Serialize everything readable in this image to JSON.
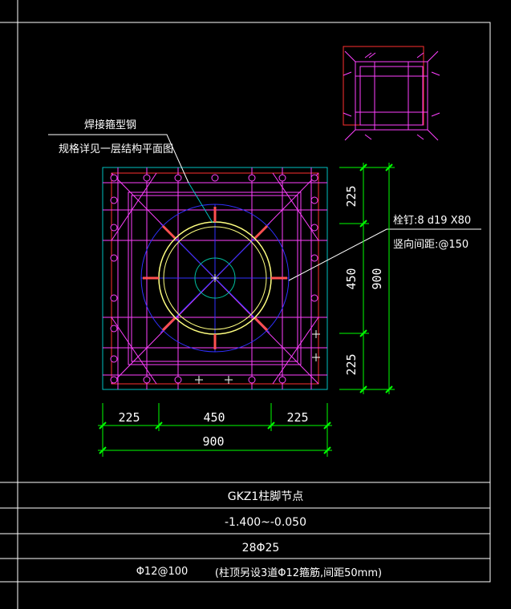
{
  "annotations": {
    "weld_line1": "焊接箍型钢",
    "weld_line2": "规格详见一层结构平面图",
    "stud_line1": "栓钉:8 d19 X80",
    "stud_line2": "竖向间距:@150"
  },
  "dimensions": {
    "bottom": [
      "225",
      "450",
      "225"
    ],
    "bottom_total": "900",
    "right": [
      "225",
      "450",
      "225"
    ],
    "right_total": "900"
  },
  "table": {
    "rows": [
      "GKZ1柱脚节点",
      "-1.400~-0.050",
      "28Φ25"
    ],
    "stirrup": "Φ12@100",
    "stirrup_note": "(柱顶另设3道Φ12箍筋,间距50mm)"
  },
  "colors": {
    "frame": "#ffffff",
    "concrete": "#00c0c0",
    "rebar": "#ff40ff",
    "steel": "#ffff80",
    "tie": "#3030ff",
    "dim": "#00ff00",
    "outline_red": "#ff3030"
  }
}
